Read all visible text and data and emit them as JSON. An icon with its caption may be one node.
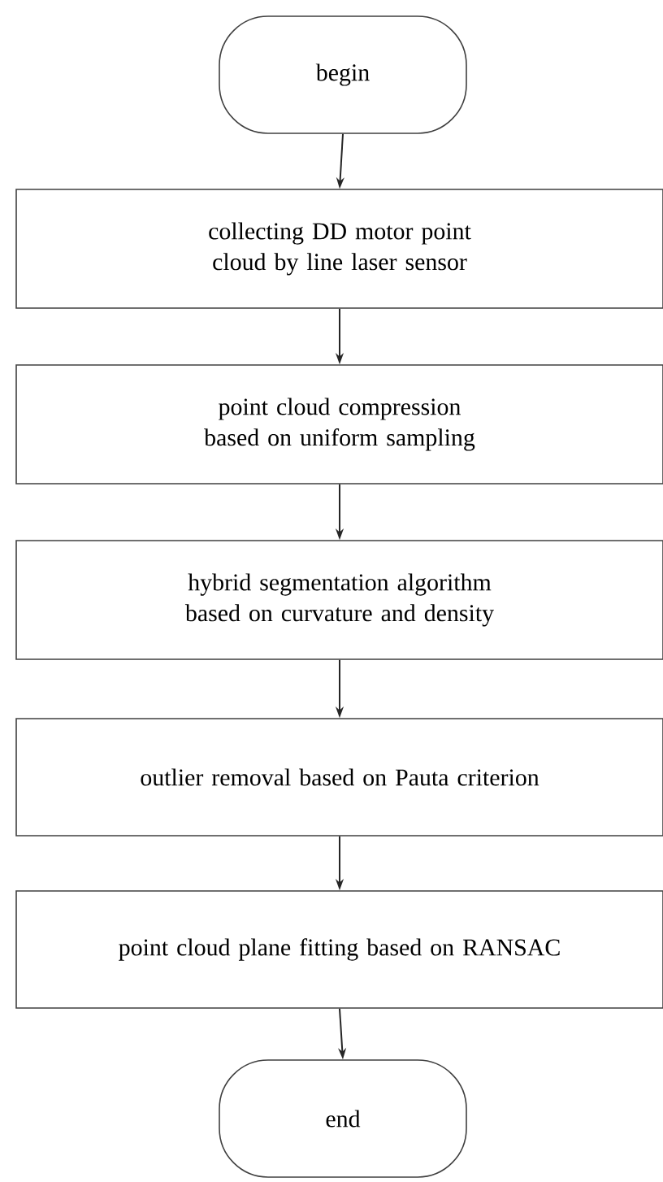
{
  "diagram": {
    "nodes": [
      {
        "text": [
          "begin"
        ]
      },
      {
        "text": [
          "collecting DD motor point cloud by line laser sensor"
        ]
      },
      {
        "text": [
          "point cloud compression based on uniform sampling"
        ]
      },
      {
        "text": [
          "hybrid segmentation algorithm based on curvature and density"
        ]
      },
      {
        "text": [
          "outlier removal based on Pauta criterion"
        ]
      },
      {
        "text": [
          "point cloud plane fitting based on RANSAC"
        ]
      },
      {
        "text": [
          "end"
        ]
      }
    ],
    "edges": [
      {
        "from": 0,
        "to": 1,
        "arrow": "to"
      },
      {
        "from": 1,
        "to": 2,
        "arrow": "to"
      },
      {
        "from": 2,
        "to": 3,
        "arrow": "to"
      },
      {
        "from": 3,
        "to": 4,
        "arrow": "to"
      },
      {
        "from": 4,
        "to": 5,
        "arrow": "to"
      },
      {
        "from": 5,
        "to": 6,
        "arrow": "to"
      }
    ]
  }
}
